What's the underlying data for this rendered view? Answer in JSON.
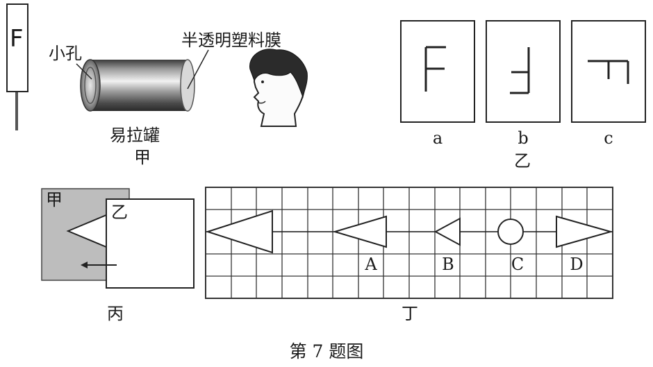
{
  "figure_caption": "第 7 题图",
  "panel_jia": {
    "caption": "甲",
    "card_letter": "F",
    "hole_label": "小孔",
    "film_label": "半透明塑料膜",
    "can_label": "易拉罐"
  },
  "panel_yi": {
    "caption": "乙",
    "options": [
      {
        "label": "a",
        "letter": "F"
      },
      {
        "label": "b",
        "letter": "F"
      },
      {
        "label": "c",
        "letter": "F"
      }
    ]
  },
  "panel_bing": {
    "caption": "丙",
    "back_sheet_label": "甲",
    "front_sheet_label": "乙"
  },
  "panel_ding": {
    "caption": "丁",
    "marks": [
      "A",
      "B",
      "C",
      "D"
    ]
  }
}
